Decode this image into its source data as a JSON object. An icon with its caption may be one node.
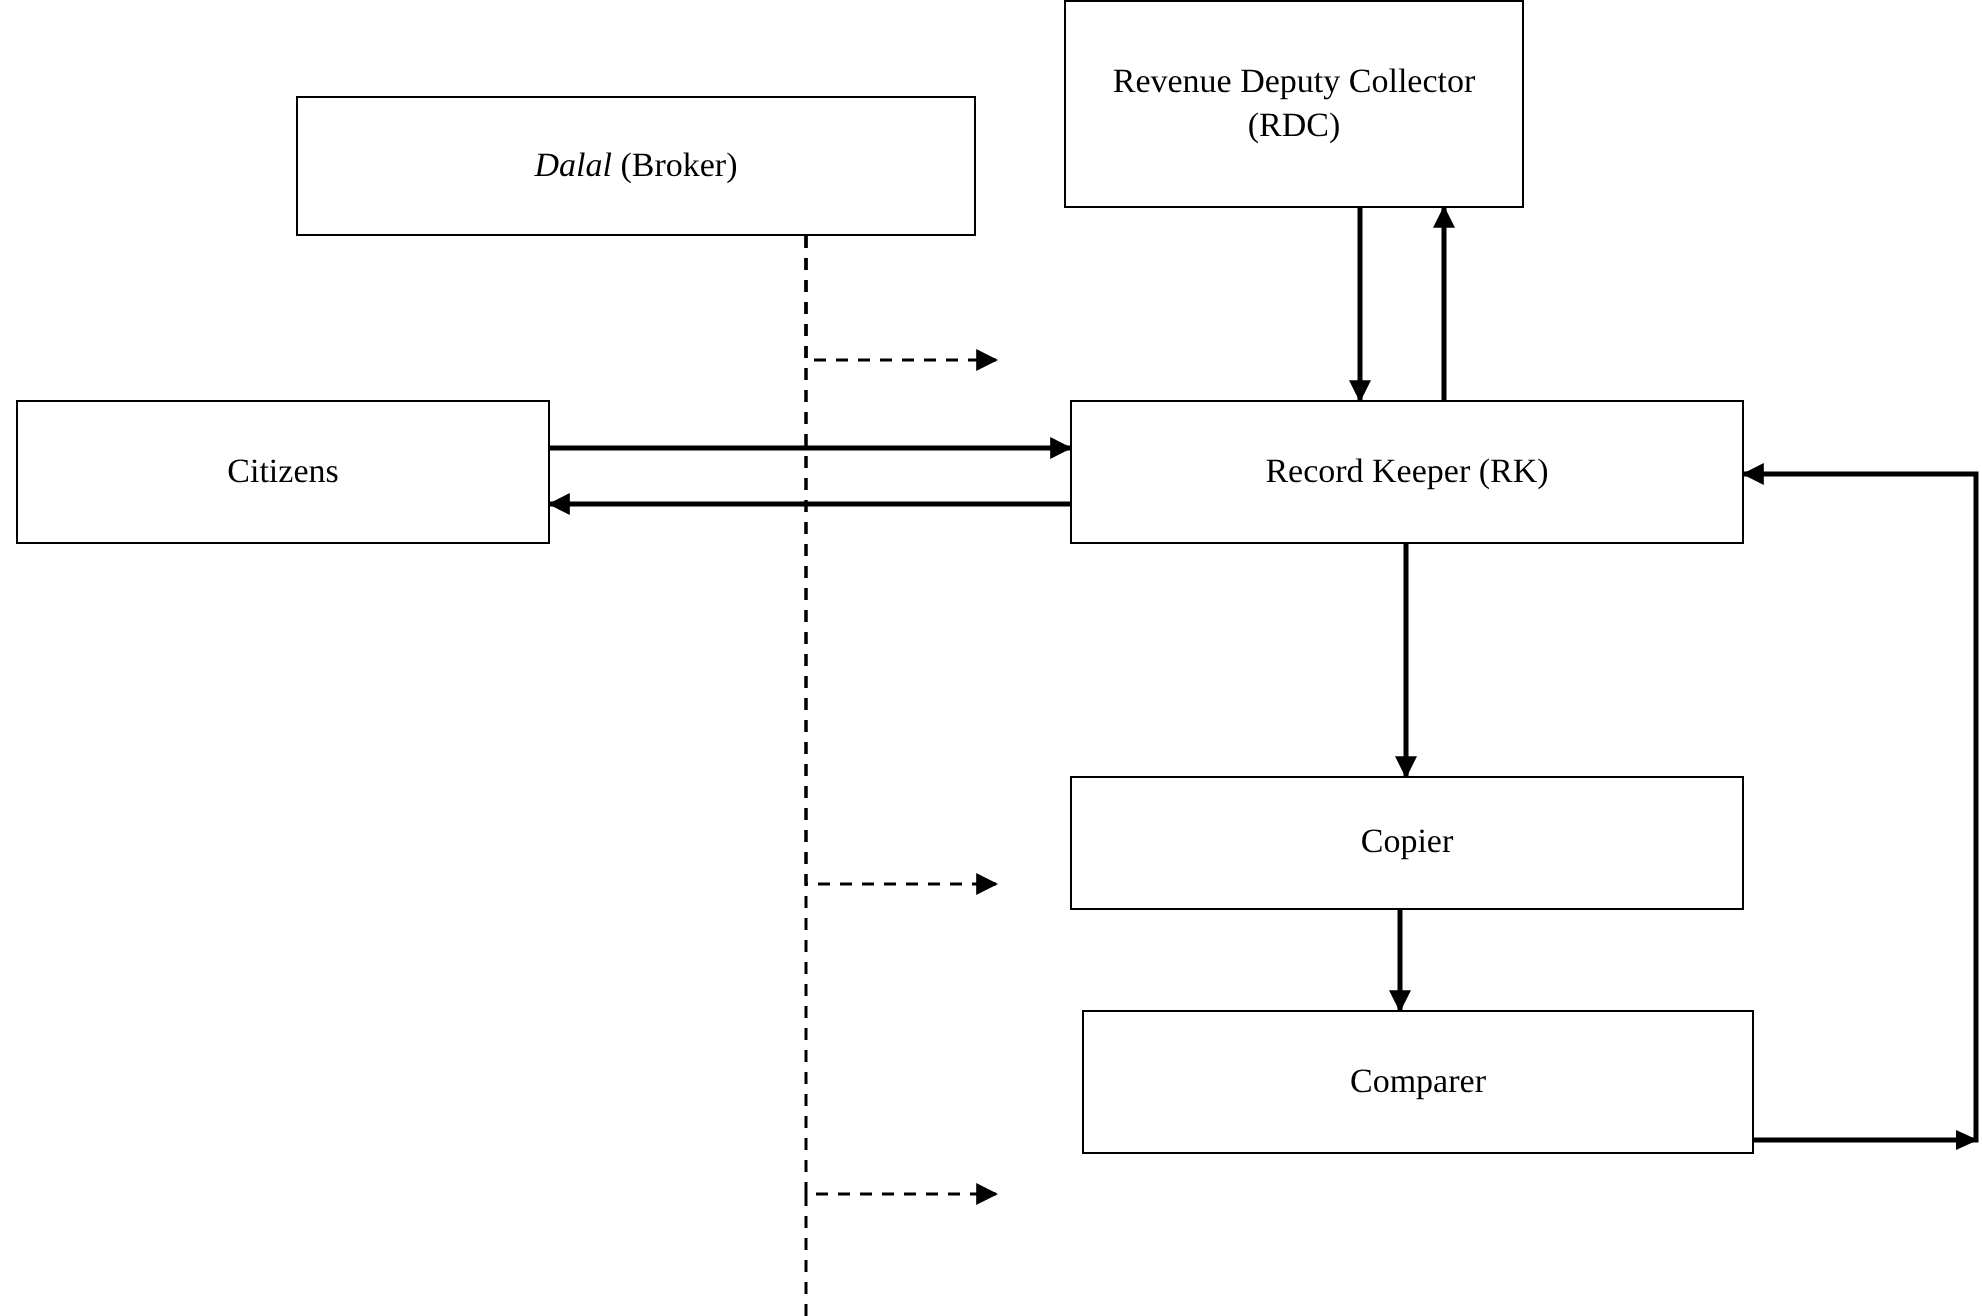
{
  "diagram": {
    "nodes": [
      {
        "text": [
          "*Dalal* (Broker)"
        ]
      },
      {
        "text": [
          "Revenue Deputy Collector (RDC)"
        ]
      },
      {
        "text": [
          "Citizens"
        ]
      },
      {
        "text": [
          "Record Keeper (RK)"
        ]
      },
      {
        "text": [
          "Copier"
        ]
      },
      {
        "text": [
          "Comparer"
        ]
      }
    ],
    "edges": [
      {
        "from": 1,
        "to": 3,
        "arrow": "to"
      },
      {
        "from": 3,
        "to": 1,
        "arrow": "to"
      },
      {
        "from": 2,
        "to": 3,
        "arrow": "to"
      },
      {
        "from": 3,
        "to": 2,
        "arrow": "to"
      },
      {
        "from": 3,
        "to": 4,
        "arrow": "to"
      },
      {
        "from": 4,
        "to": 5,
        "arrow": "to"
      },
      {
        "from": 5,
        "to": 3,
        "arrow": "to"
      },
      {
        "from": 0,
        "to": null,
        "arrow": "to",
        "style": "dashed"
      },
      {
        "from": 0,
        "to": null,
        "arrow": "to",
        "style": "dashed"
      },
      {
        "from": 0,
        "to": null,
        "arrow": "to",
        "style": "dashed"
      }
    ]
  }
}
